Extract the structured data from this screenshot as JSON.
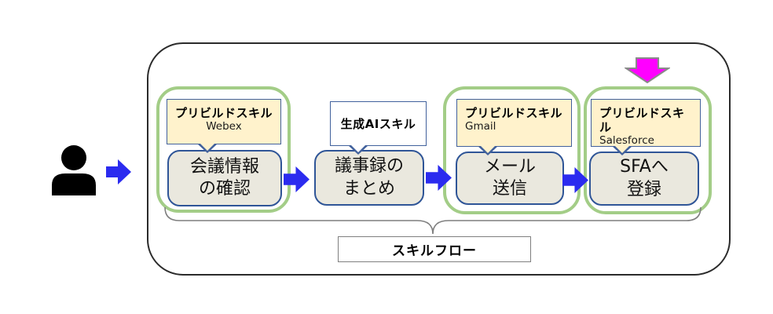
{
  "diagram": {
    "caption": "スキルフロー",
    "actor": {
      "icon": "person-icon"
    },
    "steps": [
      {
        "callout_title": "プリビルドスキル",
        "callout_subtitle": "Webex",
        "line1": "会議情報",
        "line2": "の確認",
        "grouped": true,
        "callout_style": "prebuilt"
      },
      {
        "callout_title": "生成AIスキル",
        "callout_subtitle": "",
        "line1": "議事録の",
        "line2": "まとめ",
        "grouped": false,
        "callout_style": "genai"
      },
      {
        "callout_title": "プリビルドスキル",
        "callout_subtitle": "Gmail",
        "line1": "メール",
        "line2": "送信",
        "grouped": true,
        "callout_style": "prebuilt"
      },
      {
        "callout_title": "プリビルドスキル",
        "callout_subtitle": "Salesforce",
        "line1": "SFAへ",
        "line2": "登録",
        "grouped": true,
        "callout_style": "prebuilt"
      }
    ],
    "colors": {
      "group_border": "#a3cd87",
      "callout_fill_prebuilt": "#fff2cc",
      "callout_fill_genai": "#ffffff",
      "callout_border": "#41619c",
      "box_fill": "#eae8de",
      "box_border": "#2f5597",
      "flow_arrow": "#2b2bef",
      "highlight_arrow": "#ff00ff",
      "highlight_arrow_border": "#8a8a8a",
      "brace": "#7f7f7f",
      "outer_border": "#2b2b2b",
      "person": "#000000"
    }
  }
}
